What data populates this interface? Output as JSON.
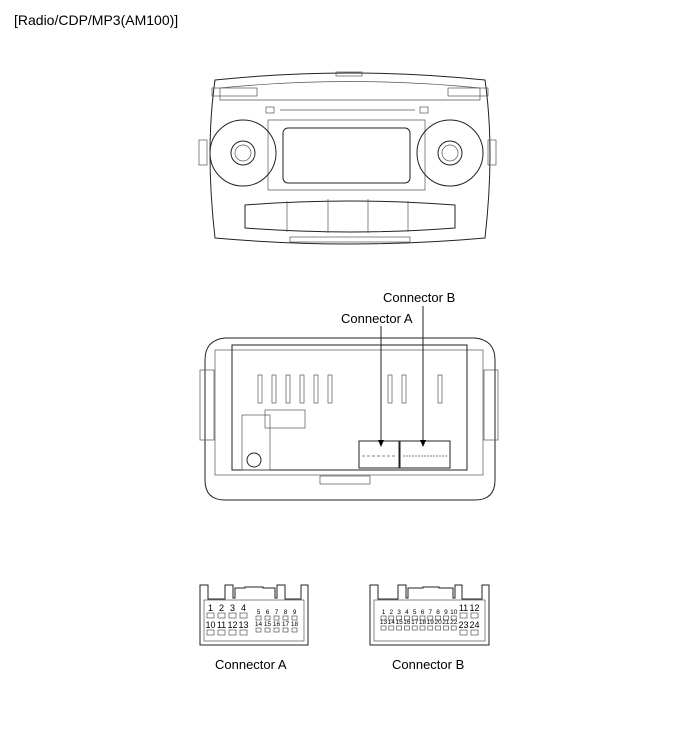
{
  "title": "[Radio/CDP/MP3(AM100)]",
  "callouts": {
    "connector_a": "Connector A",
    "connector_b": "Connector B"
  },
  "connectors": {
    "a": {
      "label": "Connector A",
      "large_top": [
        "1",
        "2",
        "3",
        "4"
      ],
      "large_bottom": [
        "10",
        "11",
        "12",
        "13"
      ],
      "small_top": [
        "5",
        "6",
        "7",
        "8",
        "9"
      ],
      "small_bottom": [
        "14",
        "15",
        "16",
        "17",
        "18"
      ]
    },
    "b": {
      "label": "Connector B",
      "small_top": [
        "1",
        "2",
        "3",
        "4",
        "5",
        "6",
        "7",
        "8",
        "9",
        "10"
      ],
      "small_bottom": [
        "13",
        "14",
        "15",
        "16",
        "17",
        "18",
        "19",
        "20",
        "21",
        "22"
      ],
      "large_top": [
        "11",
        "12"
      ],
      "large_bottom": [
        "23",
        "24"
      ]
    }
  }
}
